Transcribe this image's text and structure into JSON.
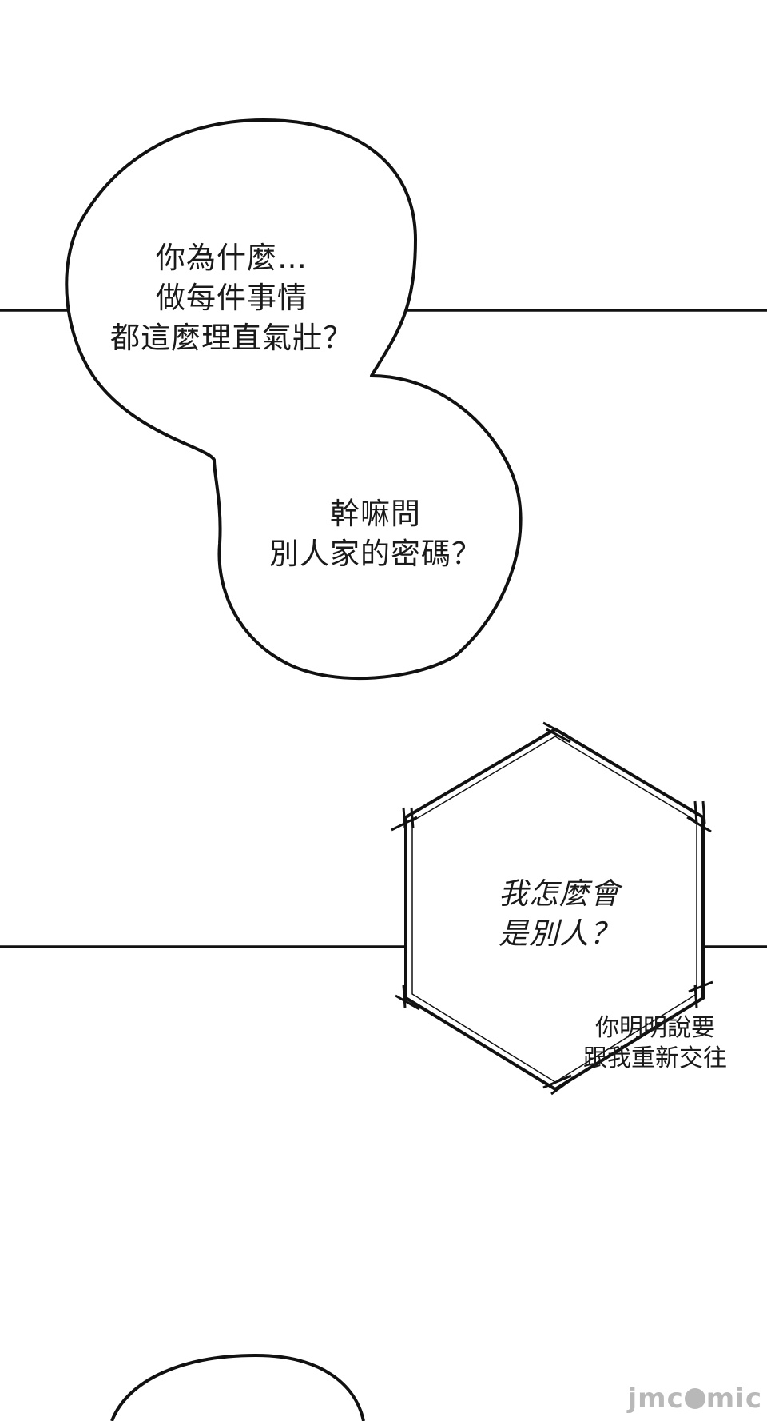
{
  "bubble_1": {
    "lines": [
      "你為什麼…",
      "做每件事情",
      "都這麼理直氣壯？"
    ]
  },
  "bubble_2": {
    "lines": [
      "幹嘛問",
      "別人家的密碼？"
    ]
  },
  "hexagon_bubble": {
    "lines": [
      "我怎麼會",
      "是別人？"
    ]
  },
  "aside": {
    "lines": [
      "你明明說要",
      "跟我重新交往"
    ]
  },
  "watermark": {
    "before": "jmc",
    "after": "mic"
  },
  "colors": {
    "ink": "#111111",
    "paper": "#ffffff",
    "watermark": "#b8b8b8"
  }
}
